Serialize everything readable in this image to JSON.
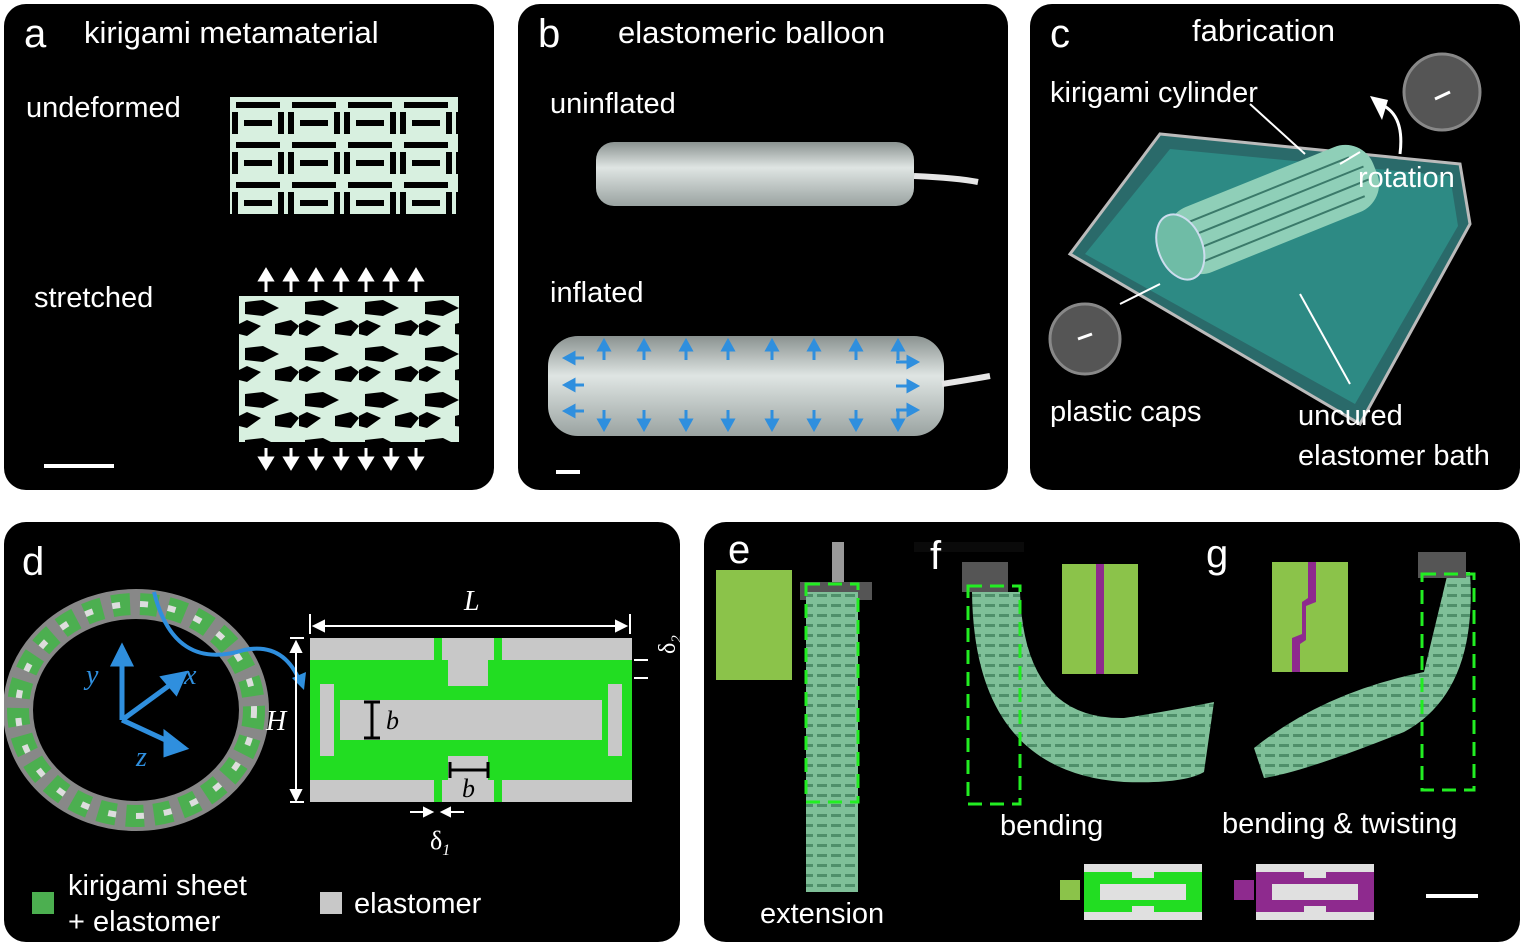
{
  "panels": {
    "a": {
      "label": "a",
      "title": "kirigami metamaterial",
      "undeformed": "undeformed",
      "stretched": "stretched"
    },
    "b": {
      "label": "b",
      "title": "elastomeric balloon",
      "uninflated": "uninflated",
      "inflated": "inflated"
    },
    "c": {
      "label": "c",
      "title": "fabrication",
      "kirigami_cylinder": "kirigami cylinder",
      "rotation": "rotation",
      "plastic_caps": "plastic caps",
      "uncured_line1": "uncured",
      "uncured_line2": "elastomer bath"
    },
    "d": {
      "label": "d",
      "axis_x": "x",
      "axis_y": "y",
      "axis_z": "z",
      "dim_L": "L",
      "dim_H": "H",
      "dim_b_vertical": "b",
      "dim_b_horizontal": "b",
      "delta1": "δ",
      "delta1_sub": "1",
      "delta2": "δ",
      "delta2_sub": "2",
      "legend_kirigami_line1": "kirigami sheet",
      "legend_kirigami_line2": "+ elastomer",
      "legend_elastomer": "elastomer"
    },
    "e": {
      "label": "e",
      "caption": "extension"
    },
    "f": {
      "label": "f",
      "caption": "bending"
    },
    "g": {
      "label": "g",
      "caption": "bending & twisting"
    }
  },
  "colors": {
    "panel_bg": "#000000",
    "kirigami_green": "#22dd22",
    "elastomer_gray": "#c8c8c8",
    "arrow_blue": "#2f8fde",
    "tube_green": "#8fcfa0",
    "purple": "#8e2a8e",
    "dash_green": "#22ee22",
    "pattern_light": "#d8f0e0"
  }
}
